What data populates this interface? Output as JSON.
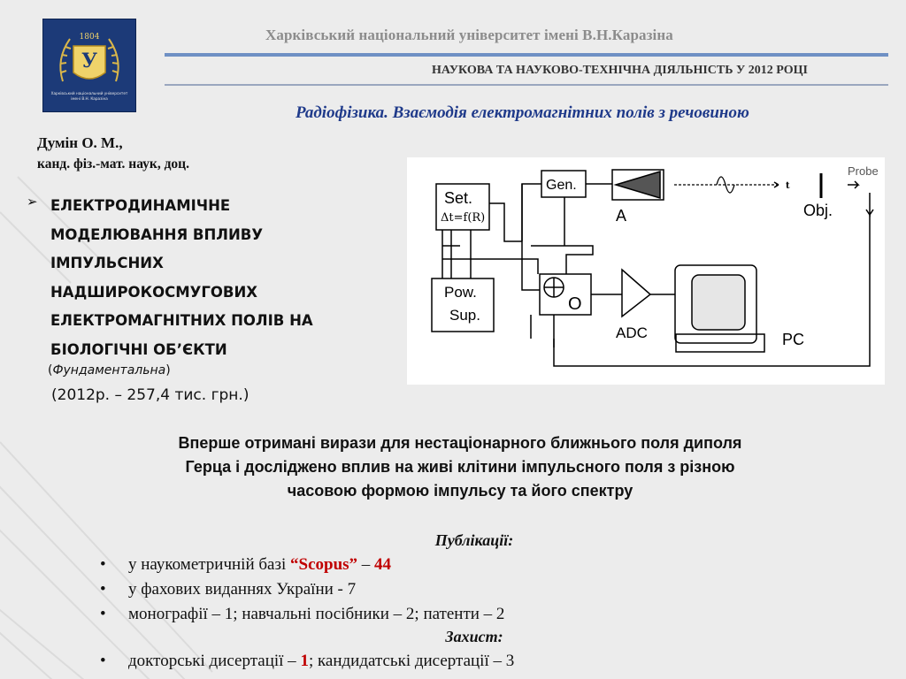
{
  "header": {
    "university": "Харківський національний університет імені В.Н.Каразіна",
    "section": "НАУКОВА ТА НАУКОВО-ТЕХНІЧНА ДІЯЛЬНІСТЬ У 2012 РОЦІ",
    "subtitle": "Радіофізика. Взаємодія електромагнітних полів з речовиною"
  },
  "logo": {
    "year": "1804",
    "letter": "У",
    "caption_line1": "Харківський національний університет",
    "caption_line2": "імені В.Н. Каразіна"
  },
  "author": {
    "name": "Думін О. М.,",
    "degree": "канд. фіз.-мат. наук, доц."
  },
  "topic": {
    "bullet": "➢",
    "lines": [
      "ЕЛЕКТРОДИНАМІЧНЕ",
      "МОДЕЛЮВАННЯ ВПЛИВУ",
      "ІМПУЛЬСНИХ",
      "НАДШИРОКОСМУГОВИХ",
      "ЕЛЕКТРОМАГНІТНИХ ПОЛІВ НА",
      "БІОЛОГІЧНІ ОБ’ЄКТИ"
    ],
    "type_open": "(",
    "type": "Фундаментальна",
    "type_close": ")",
    "grant": "(2012р. – 257,4 тис. грн.)"
  },
  "diagram": {
    "set_label": "Set.",
    "set_formula": "Δt=f(R)",
    "gen_label": "Gen.",
    "amp_label": "A",
    "t_label": "t",
    "obj_label": "Obj.",
    "probe_label": "Probe",
    "pow_line1": "Pow.",
    "pow_line2": "Sup.",
    "osc_label": "O",
    "adc_label": "ADC",
    "pc_label": "PC"
  },
  "result": {
    "lines": [
      "Вперше отримані вирази для нестаціонарного ближнього поля диполя",
      "Герца і досліджено вплив на живі клітини імпульсного поля з різною",
      "часовою формою імпульсу та його спектру"
    ]
  },
  "publications": {
    "heading": "Публікації:",
    "bullet": "•",
    "items": [
      {
        "pre": "у наукометричній базі ",
        "highlight": "“Scopus”",
        "mid": " – ",
        "value": "44",
        "post": ""
      },
      {
        "pre": "у фахових виданнях України -  7",
        "highlight": "",
        "mid": "",
        "value": "",
        "post": ""
      },
      {
        "pre": "монографії – 1; навчальні посібники – 2; патенти – 2",
        "highlight": "",
        "mid": "",
        "value": "",
        "post": ""
      }
    ]
  },
  "defense": {
    "heading": "Захист:",
    "item": {
      "pre": "докторські  дисертації – ",
      "value": "1",
      "post": "; кандидатські дисертації – 3"
    }
  },
  "colors": {
    "accent_blue": "#1f3a8a",
    "highlight_red": "#c00000",
    "rule_blue": "#6f90c4"
  }
}
